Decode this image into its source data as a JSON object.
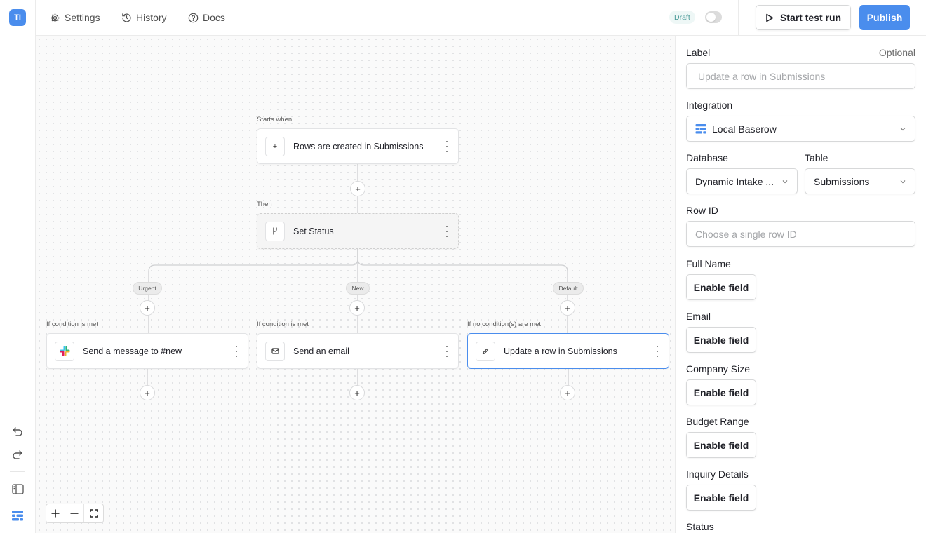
{
  "workspace": {
    "initials": "TI"
  },
  "topbar": {
    "settings_label": "Settings",
    "history_label": "History",
    "docs_label": "Docs",
    "status_badge": "Draft",
    "test_run_label": "Start test run",
    "publish_label": "Publish"
  },
  "workflow": {
    "trigger": {
      "caption": "Starts when",
      "label": "Rows are created in Submissions",
      "icon": "plus-icon"
    },
    "router": {
      "caption": "Then",
      "label": "Set Status",
      "icon": "branch-icon"
    },
    "branches": [
      {
        "pill": "Urgent",
        "caption": "If condition is met",
        "label": "Send a message to #new",
        "icon": "slack-icon"
      },
      {
        "pill": "New",
        "caption": "If condition is met",
        "label": "Send an email",
        "icon": "mail-icon"
      },
      {
        "pill": "Default",
        "caption": "If no condition(s) are met",
        "label": "Update a row in Submissions",
        "icon": "pencil-icon"
      }
    ],
    "add_symbol": "+"
  },
  "panel": {
    "label": {
      "title": "Label",
      "optional": "Optional",
      "placeholder": "Update a row in Submissions"
    },
    "integration": {
      "title": "Integration",
      "value": "Local Baserow"
    },
    "database": {
      "title": "Database",
      "value": "Dynamic Intake ..."
    },
    "table": {
      "title": "Table",
      "value": "Submissions"
    },
    "row_id": {
      "title": "Row ID",
      "placeholder": "Choose a single row ID"
    },
    "enable_label": "Enable field",
    "fields": [
      "Full Name",
      "Email",
      "Company Size",
      "Budget Range",
      "Inquiry Details"
    ],
    "next_field": "Status"
  },
  "colors": {
    "accent": "#4a8ded",
    "draft_text": "#4a9a98"
  }
}
